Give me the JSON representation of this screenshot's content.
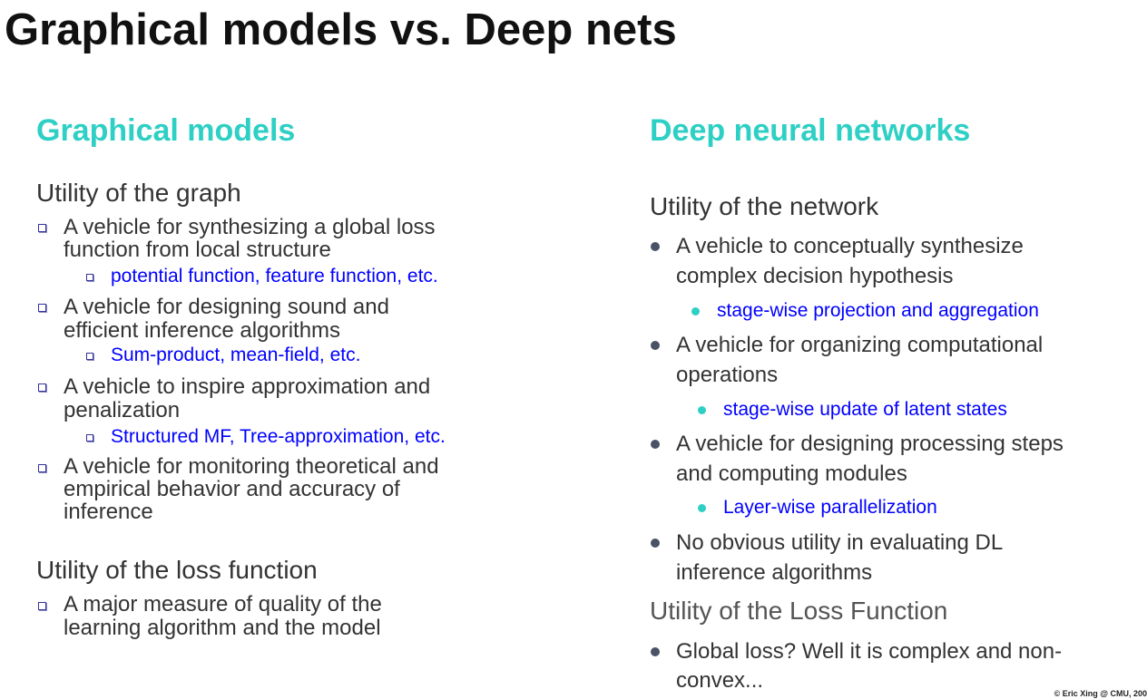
{
  "title": "Graphical models vs. Deep nets",
  "left": {
    "heading": "Graphical models",
    "section1": "Utility of the graph",
    "items": [
      {
        "lines": [
          "A vehicle for synthesizing a global loss",
          "function from local structure"
        ],
        "sub": "potential function, feature function, etc."
      },
      {
        "lines": [
          "A vehicle for designing sound and",
          "efficient inference algorithms"
        ],
        "sub": "Sum-product, mean-field, etc."
      },
      {
        "lines": [
          "A vehicle to inspire approximation and",
          "penalization"
        ],
        "sub": "Structured MF, Tree-approximation, etc."
      },
      {
        "lines": [
          "A vehicle for monitoring theoretical and",
          "empirical behavior and accuracy of",
          "inference"
        ]
      }
    ],
    "section2": "Utility of the loss function",
    "items2": [
      {
        "lines": [
          "A major measure of quality of the",
          "learning algorithm and the model"
        ]
      }
    ]
  },
  "right": {
    "heading": "Deep neural networks",
    "section1": "Utility of the network",
    "items": [
      {
        "lines": [
          "A vehicle to conceptually synthesize",
          "complex decision hypothesis"
        ],
        "sub": "stage-wise projection and aggregation"
      },
      {
        "lines": [
          "A vehicle for organizing computational",
          "operations"
        ],
        "sub": "stage-wise update of latent states"
      },
      {
        "lines": [
          "A vehicle for designing processing steps",
          "and computing modules"
        ],
        "sub": "Layer-wise parallelization"
      },
      {
        "lines": [
          "No obvious utility in evaluating DL",
          "inference algorithms"
        ]
      }
    ],
    "section2": "Utility of the Loss Function",
    "items2": [
      {
        "lines": [
          "Global loss? Well it is complex and non-",
          "convex..."
        ]
      }
    ]
  },
  "footer": "© Eric Xing @ CMU, 200"
}
